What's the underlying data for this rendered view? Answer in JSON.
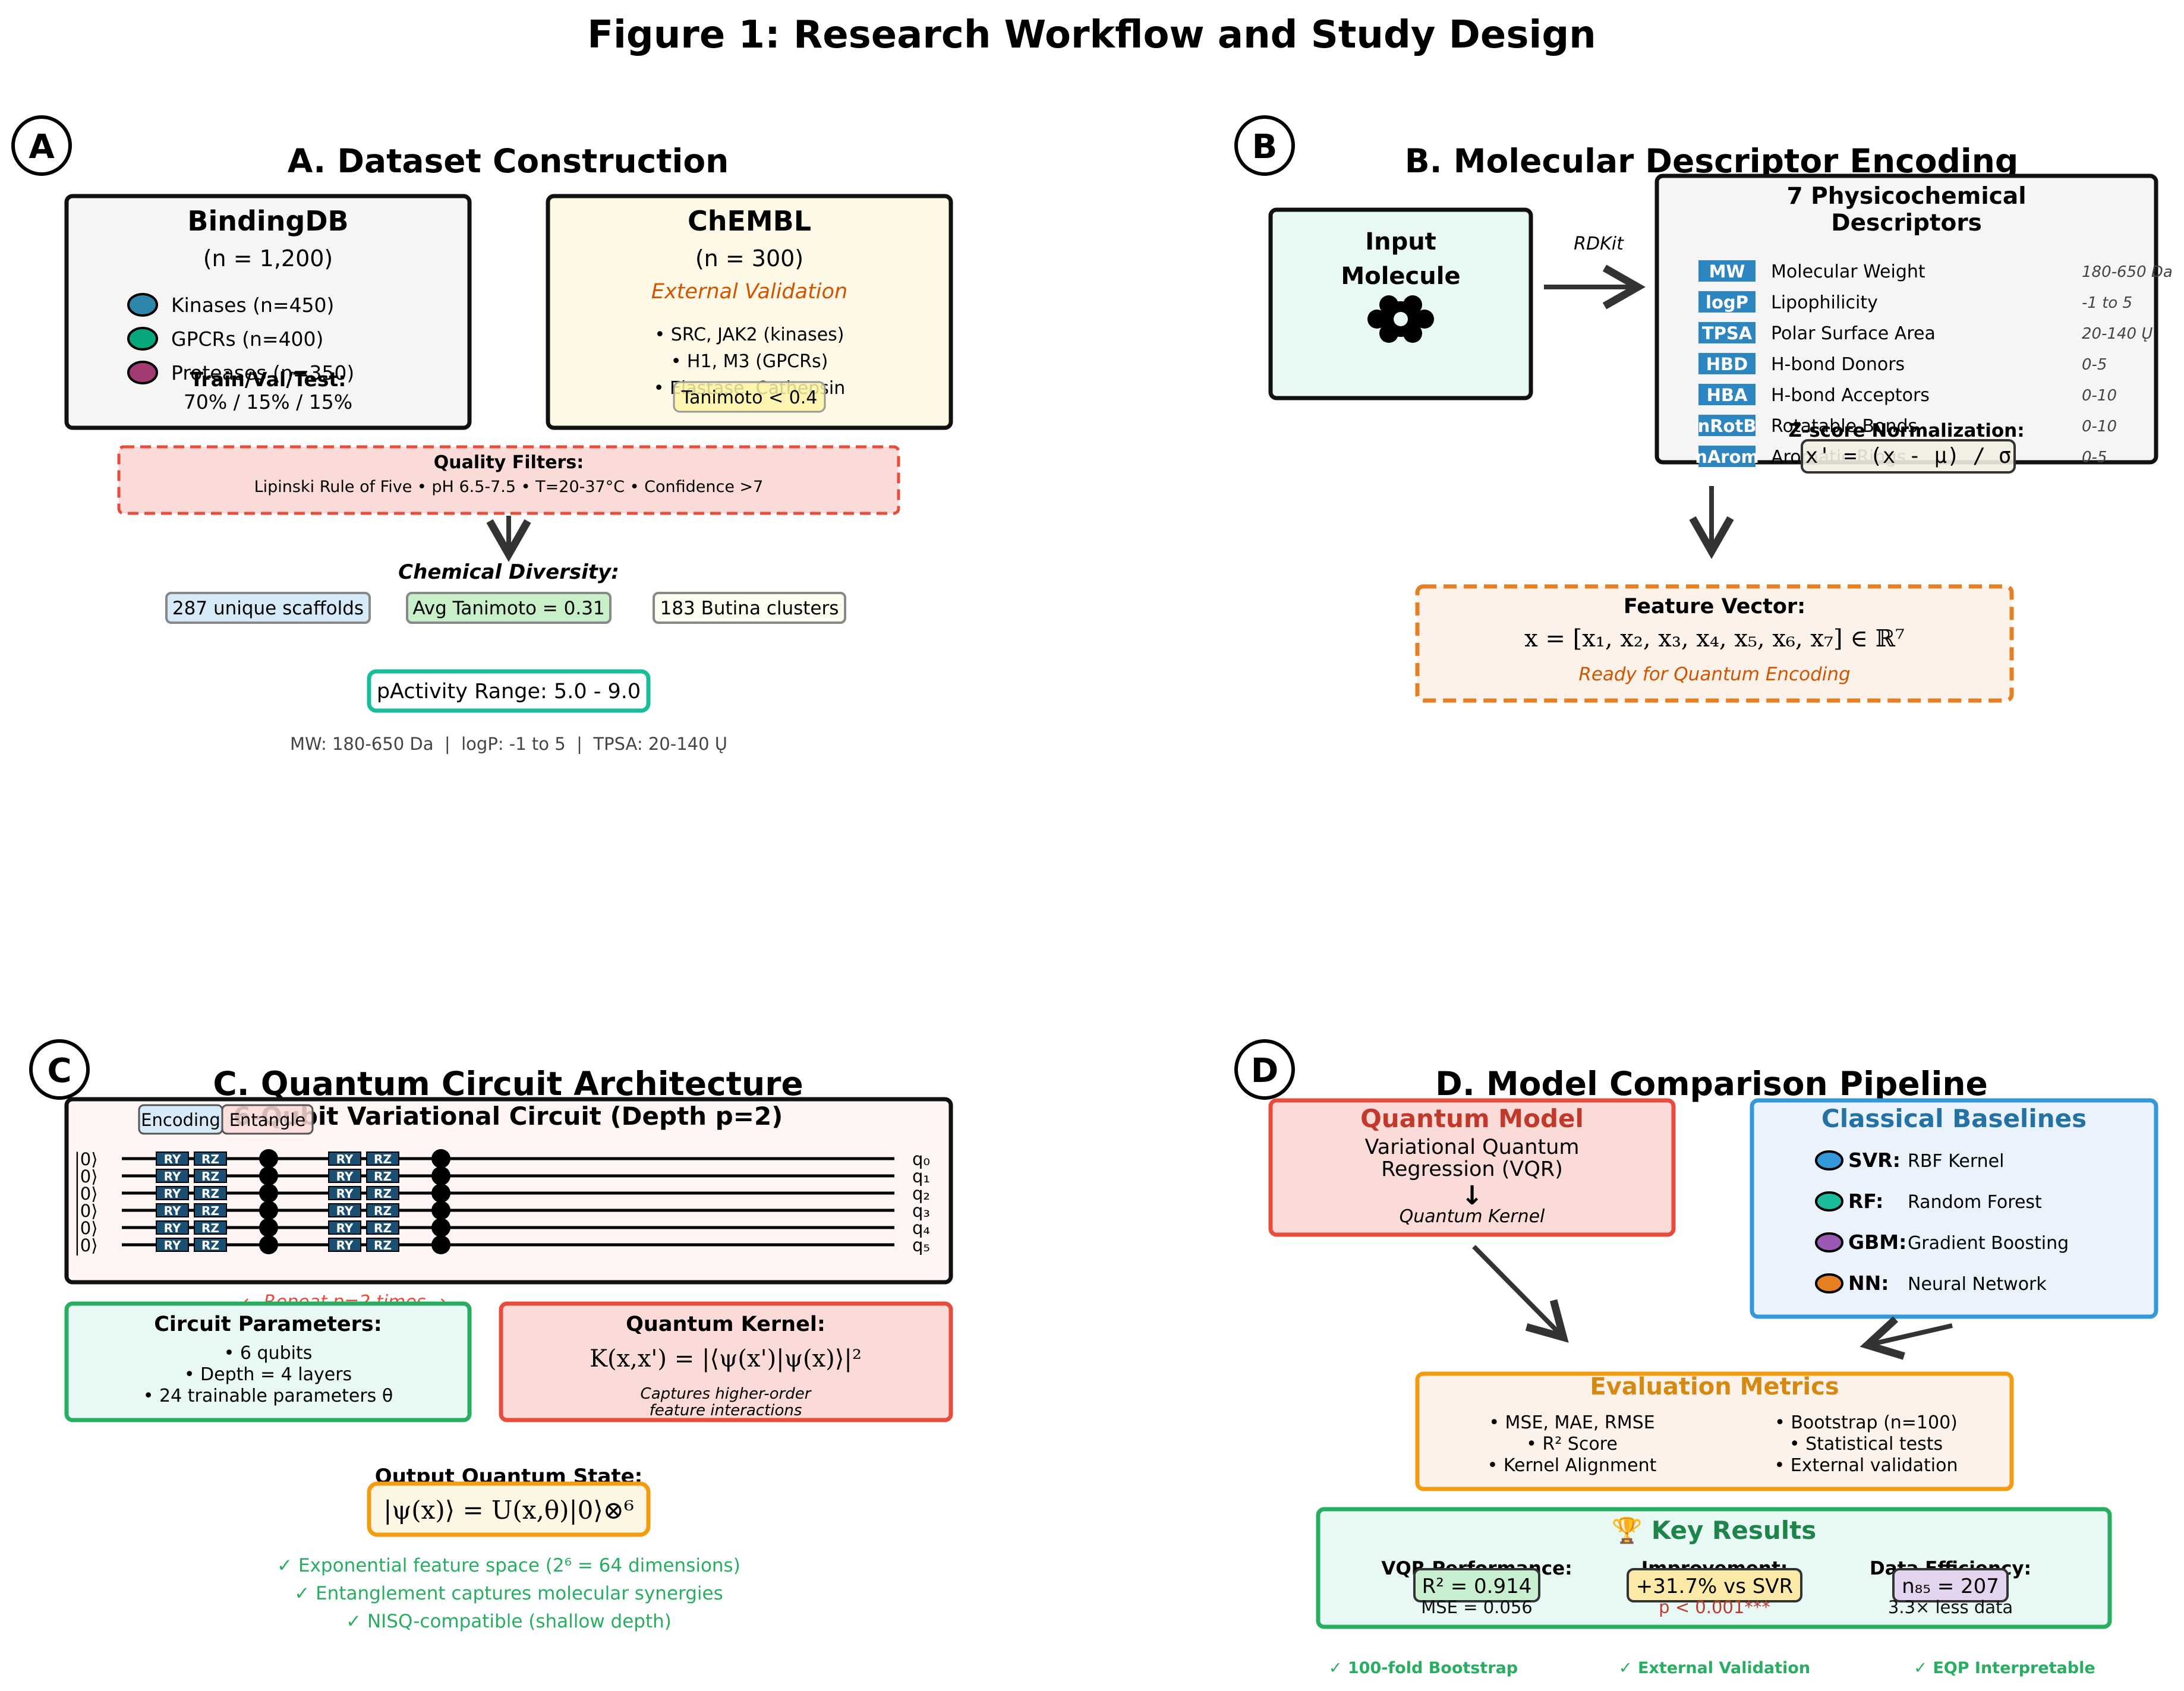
{
  "figure_title": "Figure 1: Research Workflow and Study Design",
  "panel_a": {
    "letter": "A",
    "title": "A. Dataset Construction",
    "bindingdb": {
      "name": "BindingDB",
      "count": "(n = 1,200)",
      "classes": [
        {
          "label": "Kinases (n=450)",
          "color": "#2e86ab"
        },
        {
          "label": "GPCRs (n=400)",
          "color": "#06a77d"
        },
        {
          "label": "Proteases (n=350)",
          "color": "#a23b72"
        }
      ],
      "split_label": "Train/Val/Test:",
      "split_value": "70% / 15% / 15%"
    },
    "chembl": {
      "name": "ChEMBL",
      "count": "(n = 300)",
      "subtitle": "External Validation",
      "targets": [
        "• SRC, JAK2 (kinases)",
        "• H1, M3 (GPCRs)",
        "• Elastase, Cathepsin"
      ],
      "tanimoto_badge": "Tanimoto < 0.4"
    },
    "quality_filters": {
      "title": "Quality Filters:",
      "text": "Lipinski Rule of Five • pH 6.5-7.5 • T=20-37°C • Confidence >7"
    },
    "diversity": {
      "title": "Chemical Diversity:",
      "badges": [
        {
          "label": "287 unique scaffolds",
          "color": "#d6eaf8"
        },
        {
          "label": "Avg Tanimoto = 0.31",
          "color": "#c8f0c8"
        },
        {
          "label": "183 Butina clusters",
          "color": "#fdfdf0"
        }
      ]
    },
    "pactivity": "pActivity Range: 5.0 - 9.0",
    "ranges": "MW: 180-650 Da  |  logP: -1 to 5  |  TPSA: 20-140 Ų"
  },
  "panel_b": {
    "letter": "B",
    "title": "B. Molecular Descriptor Encoding",
    "input_label_1": "Input",
    "input_label_2": "Molecule",
    "rdkit": "RDKit",
    "descriptor_title_1": "7 Physicochemical",
    "descriptor_title_2": "Descriptors",
    "descriptors": [
      {
        "abbr": "MW",
        "name": "Molecular Weight",
        "range": "180-650 Da"
      },
      {
        "abbr": "logP",
        "name": "Lipophilicity",
        "range": "-1 to 5"
      },
      {
        "abbr": "TPSA",
        "name": "Polar Surface Area",
        "range": "20-140 Ų"
      },
      {
        "abbr": "HBD",
        "name": "H-bond Donors",
        "range": "0-5"
      },
      {
        "abbr": "HBA",
        "name": "H-bond Acceptors",
        "range": "0-10"
      },
      {
        "abbr": "nRotB",
        "name": "Rotatable Bonds",
        "range": "0-10"
      },
      {
        "abbr": "nArom",
        "name": "Aromatic Rings",
        "range": "0-5"
      }
    ],
    "zscore_title": "Z-score Normalization:",
    "zscore_formula": "x' = (x - μ) / σ",
    "feature_title": "Feature Vector:",
    "feature_formula": "x = [x₁, x₂, x₃, x₄, x₅, x₆, x₇] ∈ ℝ⁷",
    "feature_note": "Ready for Quantum Encoding",
    "accent": "#2e86c1"
  },
  "panel_c": {
    "letter": "C",
    "title": "C. Quantum Circuit Architecture",
    "circuit_title": "6-Qubit Variational Circuit (Depth p=2)",
    "encoding_label": "Encoding",
    "entangle_label": "Entangle",
    "input_state": "|0⟩",
    "gate_ry": "RY",
    "gate_rz": "RZ",
    "qubit_labels": [
      "q₀",
      "q₁",
      "q₂",
      "q₃",
      "q₄",
      "q₅"
    ],
    "repeat_note": "← Repeat p=2 times →",
    "params_title": "Circuit Parameters:",
    "params": [
      "• 6 qubits",
      "• Depth = 4 layers",
      "• 24 trainable parameters θ"
    ],
    "kernel_title": "Quantum Kernel:",
    "kernel_formula": "K(x,x') = |⟨ψ(x')|ψ(x)⟩|²",
    "kernel_note_1": "Captures higher-order",
    "kernel_note_2": "feature interactions",
    "state_title": "Output Quantum State:",
    "state_formula": "|ψ(x)⟩ = U(x,θ)|0⟩⊗⁶",
    "checks": [
      "✓ Exponential feature space (2⁶ = 64 dimensions)",
      "✓ Entanglement captures molecular synergies",
      "✓ NISQ-compatible (shallow depth)"
    ]
  },
  "panel_d": {
    "letter": "D",
    "title": "D. Model Comparison Pipeline",
    "quantum_title": "Quantum Model",
    "quantum_line1": "Variational Quantum",
    "quantum_line2": "Regression (VQR)",
    "quantum_arrow": "↓",
    "quantum_kernel": "Quantum Kernel",
    "classical_title": "Classical Baselines",
    "baselines": [
      {
        "abbr": "SVR:",
        "name": "RBF Kernel",
        "color": "#3498db"
      },
      {
        "abbr": "RF:",
        "name": "Random Forest",
        "color": "#1abc9c"
      },
      {
        "abbr": "GBM:",
        "name": "Gradient Boosting",
        "color": "#9b59b6"
      },
      {
        "abbr": "NN:",
        "name": "Neural Network",
        "color": "#e67e22"
      }
    ],
    "eval_title": "Evaluation Metrics",
    "eval_left": [
      "• MSE, MAE, RMSE",
      "• R² Score",
      "• Kernel Alignment"
    ],
    "eval_right": [
      "• Bootstrap (n=100)",
      "• Statistical tests",
      "• External validation"
    ],
    "results_title": "🏆 Key Results",
    "results": [
      {
        "label": "VQR Performance:",
        "value": "R² = 0.914",
        "sub": "MSE = 0.056",
        "color": "#c8f0d0",
        "sub_color": "#111111"
      },
      {
        "label": "Improvement:",
        "value": "+31.7% vs SVR",
        "sub": "p < 0.001***",
        "color": "#fbe9a8",
        "sub_color": "#c0392b"
      },
      {
        "label": "Data Efficiency:",
        "value": "n₈₅ = 207",
        "sub": "3.3× less data",
        "color": "#e3d5f0",
        "sub_color": "#111111"
      }
    ],
    "footer_checks": [
      "✓ 100-fold Bootstrap",
      "✓ External Validation",
      "✓ EQP Interpretable"
    ]
  }
}
